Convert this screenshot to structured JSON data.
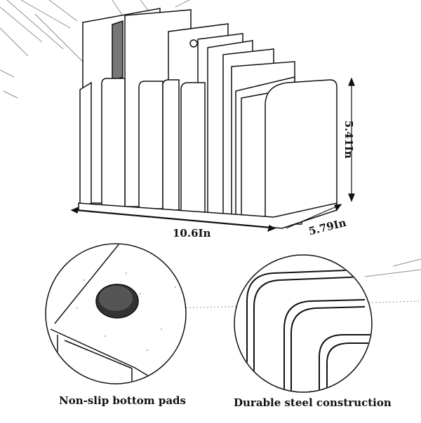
{
  "dimensions": {
    "width": "10.6In",
    "depth": "5.79In",
    "height": "5.41In"
  },
  "features": [
    {
      "caption": "Non-slip bottom pads"
    },
    {
      "caption": "Durable steel construction"
    }
  ],
  "colors": {
    "ink": "#111111",
    "paper": "#ffffff"
  }
}
